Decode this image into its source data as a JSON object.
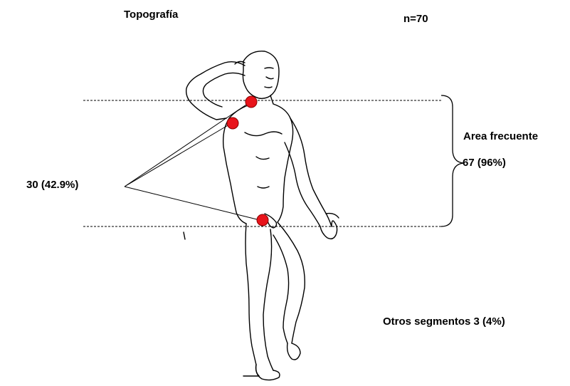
{
  "title": "Topografía",
  "sample": "n=70",
  "frequent_area": {
    "label": "Area frecuente",
    "value": "67  (96%)"
  },
  "cluster_label": "30  (42.9%)",
  "other_segments": "Otros segmentos 3 (4%)",
  "colors": {
    "marker": "#e8141b",
    "line": "#000000",
    "background": "#ffffff"
  },
  "markers": [
    "neck",
    "shoulder",
    "groin"
  ]
}
